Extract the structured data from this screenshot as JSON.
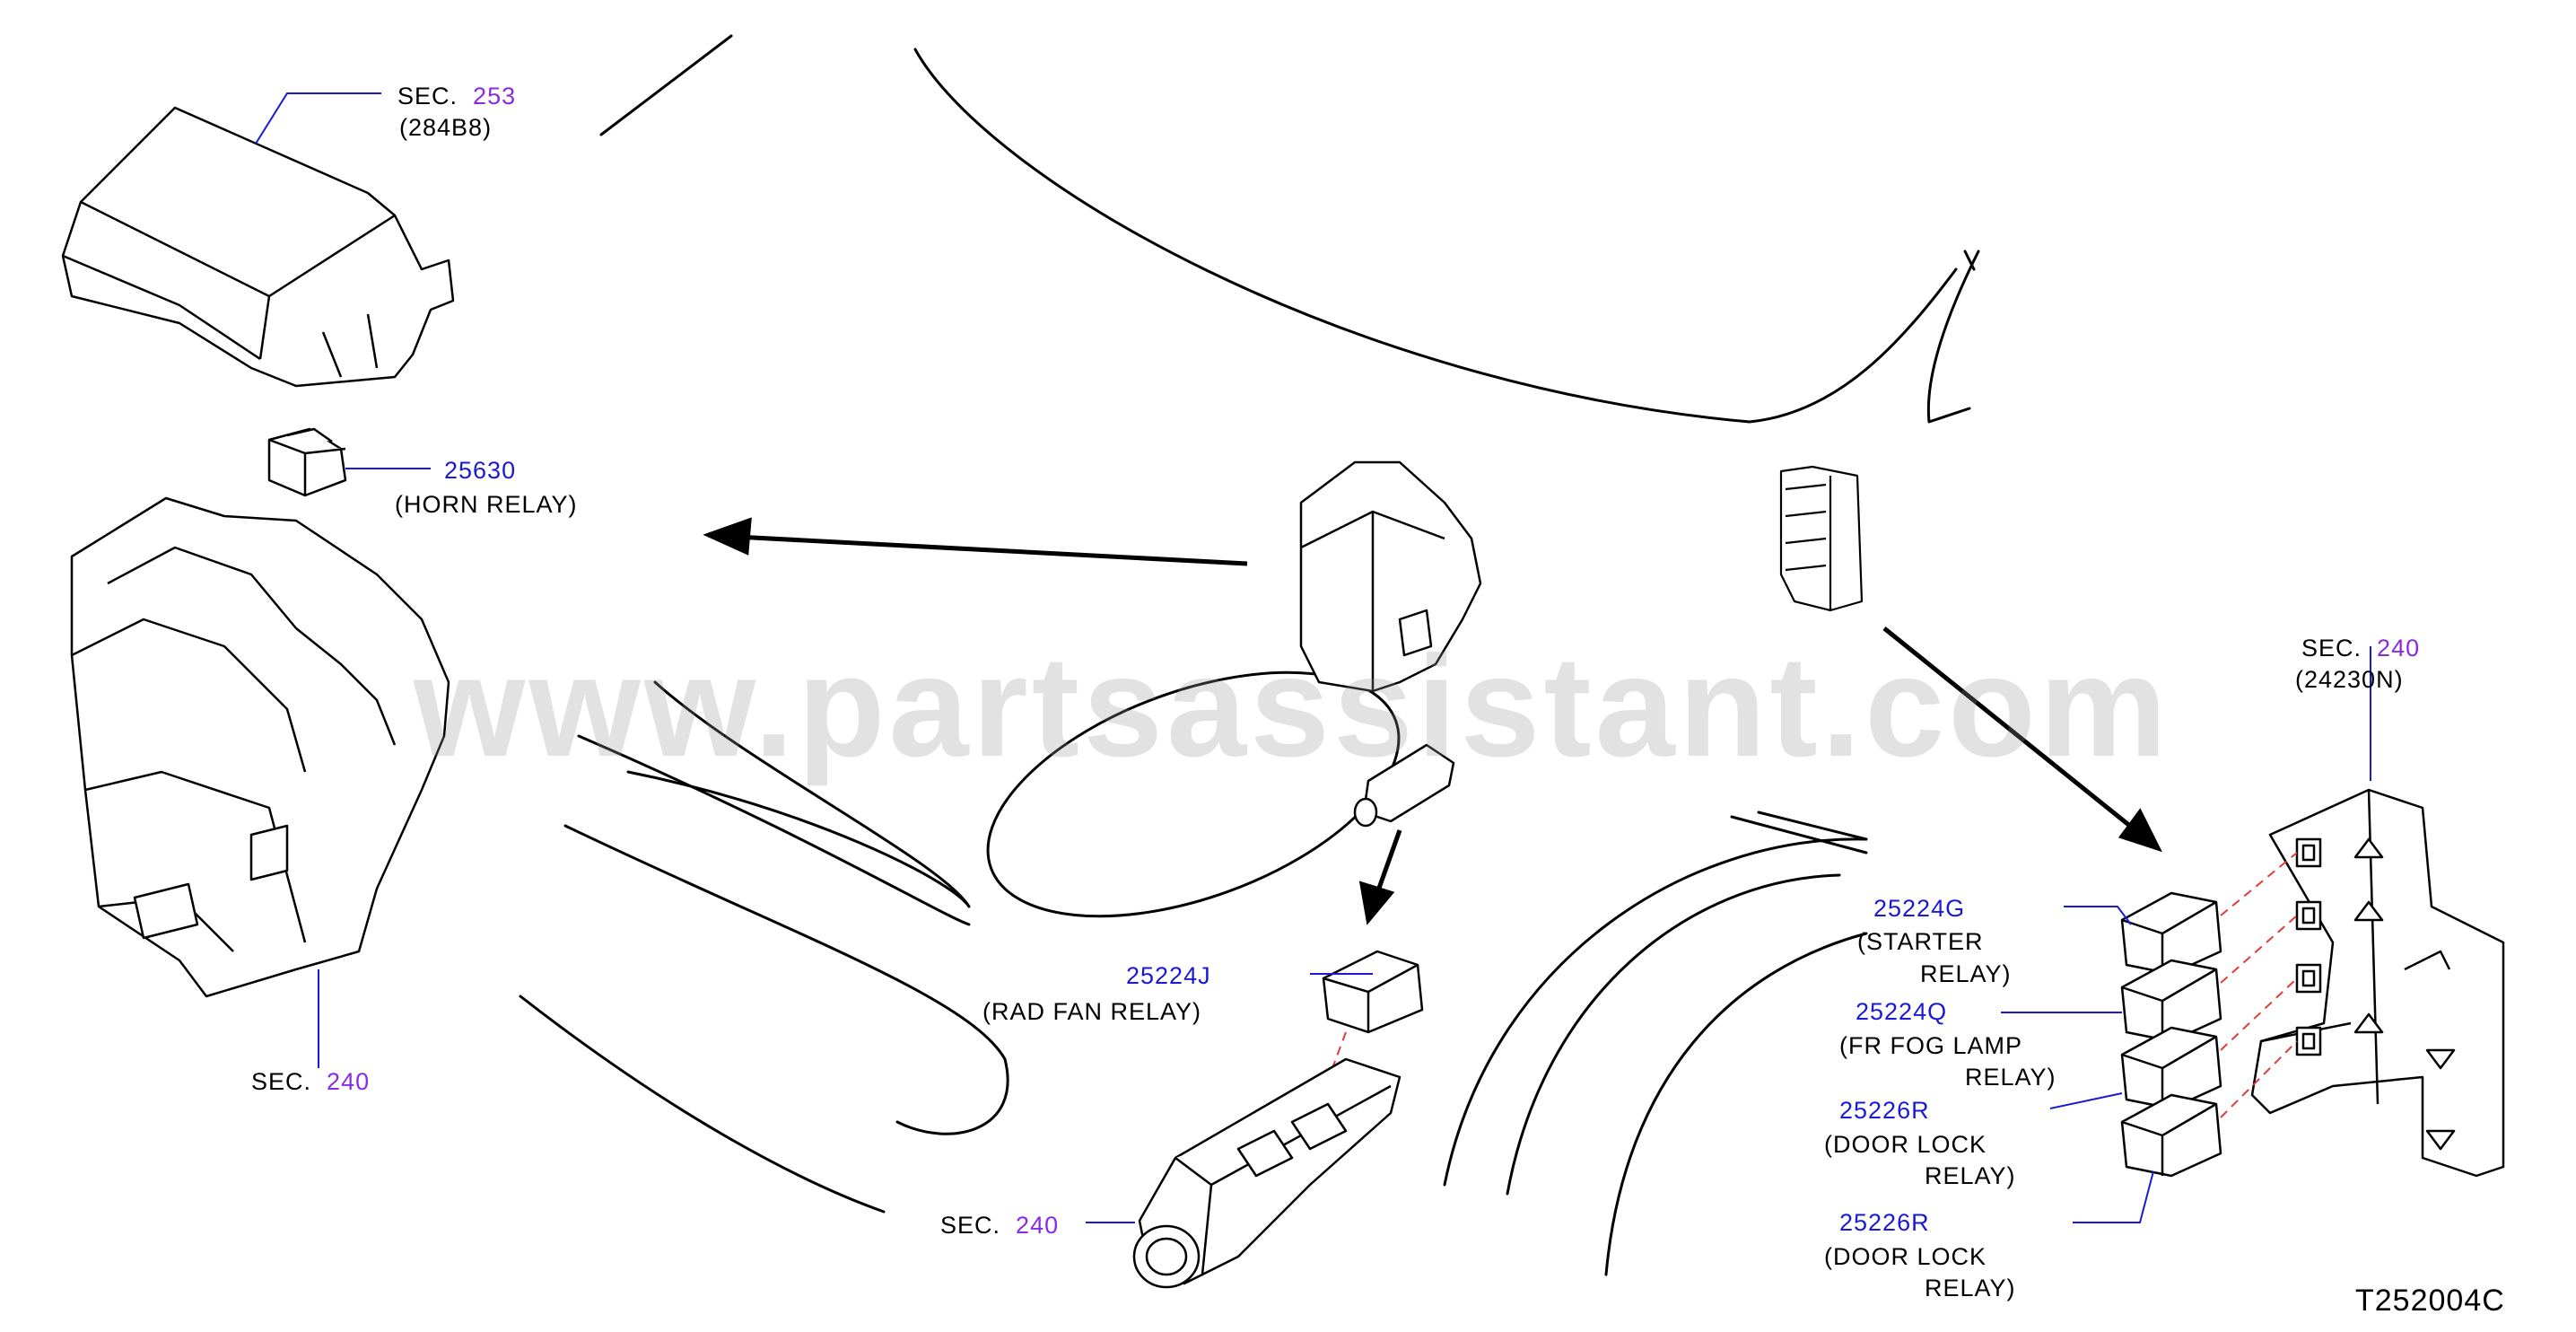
{
  "watermark": "www.partsassistant.com",
  "diagram_code": "T252004C",
  "callouts": {
    "top_cover": {
      "sec": "SEC.",
      "num": "253",
      "code": "(284B8)"
    },
    "horn": {
      "part": "25630",
      "name": "(HORN RELAY)"
    },
    "left_box": {
      "sec": "SEC.",
      "num": "240"
    },
    "rad_fan": {
      "part": "25224J",
      "name": "(RAD FAN RELAY)"
    },
    "mid_box": {
      "sec": "SEC.",
      "num": "240"
    },
    "bracket": {
      "sec": "SEC.",
      "num": "240",
      "code": "(24230N)"
    },
    "starter": {
      "part": "25224G",
      "line1": "(STARTER",
      "line2": "RELAY)"
    },
    "fog": {
      "part": "25224Q",
      "line1": "(FR FOG LAMP",
      "line2": "RELAY)"
    },
    "door1": {
      "part": "25226R",
      "line1": "(DOOR LOCK",
      "line2": "RELAY)"
    },
    "door2": {
      "part": "25226R",
      "line1": "(DOOR LOCK",
      "line2": "RELAY)"
    }
  },
  "colors": {
    "part_number": "#1a1ad6",
    "section_number": "#8a2be2",
    "leader": "#1a1ad6",
    "dashed": "#e23a3a"
  }
}
